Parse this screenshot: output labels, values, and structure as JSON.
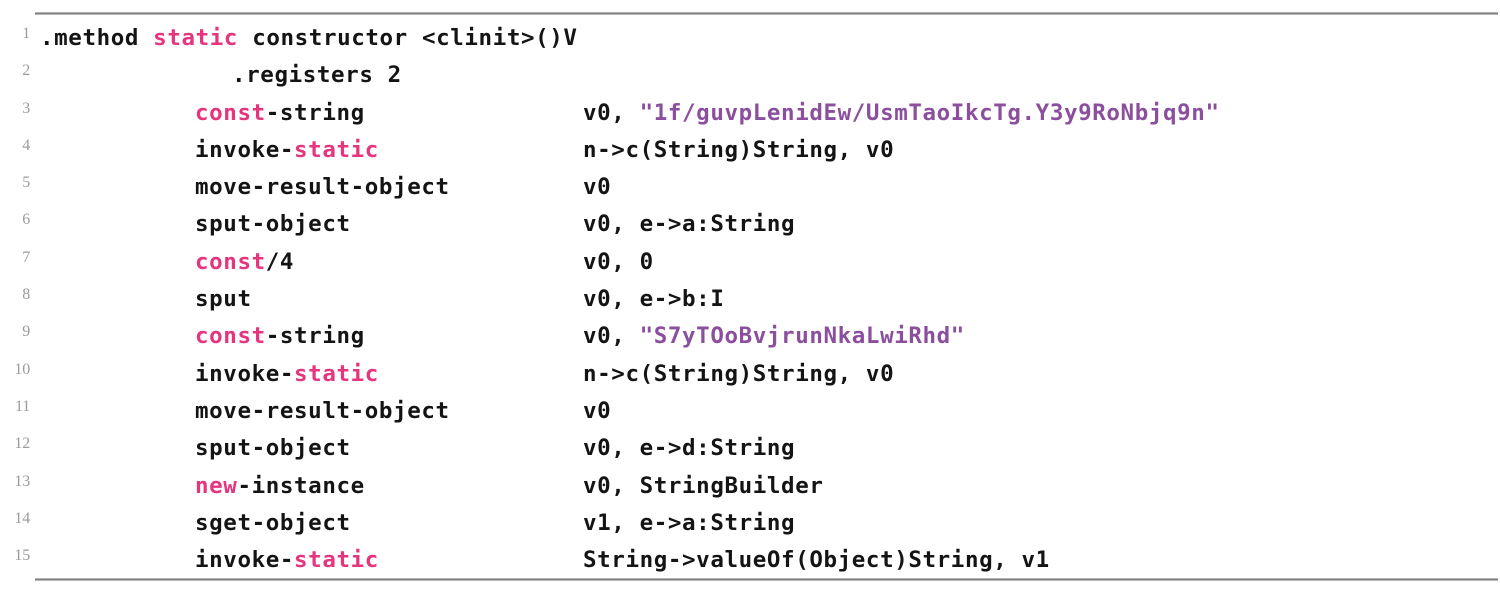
{
  "document": {
    "kind": "code-listing",
    "language": "smali",
    "line_count": 15,
    "colors": {
      "text": "#141414",
      "keyword": "#e5357e",
      "string": "#8b4f9e",
      "line_number": "#9b9b9b",
      "rule": "#6e6e6e",
      "background": "#ffffff"
    }
  },
  "lines": [
    {
      "number": "1",
      "indent": "indent-none",
      "mnemonic_parts": [
        {
          "text": ".method ",
          "cls": "txt"
        },
        {
          "text": "static",
          "cls": "kw"
        },
        {
          "text": " constructor <clinit>()V",
          "cls": "txt"
        }
      ],
      "operand_parts": []
    },
    {
      "number": "2",
      "indent": "indent-2",
      "mnemonic_parts": [
        {
          "text": ".registers 2",
          "cls": "txt"
        }
      ],
      "operand_parts": []
    },
    {
      "number": "3",
      "indent": "indent-1",
      "mnemonic_parts": [
        {
          "text": "const",
          "cls": "kw"
        },
        {
          "text": "-string",
          "cls": "txt"
        }
      ],
      "operand_parts": [
        {
          "text": "v0, ",
          "cls": "txt"
        },
        {
          "text": "\"1f/guvpLenidEw/UsmTaoIkcTg.Y3y9RoNbjq9n\"",
          "cls": "str"
        }
      ]
    },
    {
      "number": "4",
      "indent": "indent-1",
      "mnemonic_parts": [
        {
          "text": "invoke-",
          "cls": "txt"
        },
        {
          "text": "static",
          "cls": "kw"
        }
      ],
      "operand_parts": [
        {
          "text": "n->c(String)String, v0",
          "cls": "txt"
        }
      ]
    },
    {
      "number": "5",
      "indent": "indent-1",
      "mnemonic_parts": [
        {
          "text": "move-result-object",
          "cls": "txt"
        }
      ],
      "operand_parts": [
        {
          "text": "v0",
          "cls": "txt"
        }
      ]
    },
    {
      "number": "6",
      "indent": "indent-1",
      "mnemonic_parts": [
        {
          "text": "sput-object",
          "cls": "txt"
        }
      ],
      "operand_parts": [
        {
          "text": "v0, e->a:String",
          "cls": "txt"
        }
      ]
    },
    {
      "number": "7",
      "indent": "indent-1",
      "mnemonic_parts": [
        {
          "text": "const",
          "cls": "kw"
        },
        {
          "text": "/4",
          "cls": "txt"
        }
      ],
      "operand_parts": [
        {
          "text": "v0, 0",
          "cls": "txt"
        }
      ]
    },
    {
      "number": "8",
      "indent": "indent-1",
      "mnemonic_parts": [
        {
          "text": "sput",
          "cls": "txt"
        }
      ],
      "operand_parts": [
        {
          "text": "v0, e->b:I",
          "cls": "txt"
        }
      ]
    },
    {
      "number": "9",
      "indent": "indent-1",
      "mnemonic_parts": [
        {
          "text": "const",
          "cls": "kw"
        },
        {
          "text": "-string",
          "cls": "txt"
        }
      ],
      "operand_parts": [
        {
          "text": "v0, ",
          "cls": "txt"
        },
        {
          "text": "\"S7yTOoBvjrunNkaLwiRhd\"",
          "cls": "str"
        }
      ]
    },
    {
      "number": "10",
      "indent": "indent-1",
      "mnemonic_parts": [
        {
          "text": "invoke-",
          "cls": "txt"
        },
        {
          "text": "static",
          "cls": "kw"
        }
      ],
      "operand_parts": [
        {
          "text": "n->c(String)String, v0",
          "cls": "txt"
        }
      ]
    },
    {
      "number": "11",
      "indent": "indent-1",
      "mnemonic_parts": [
        {
          "text": "move-result-object",
          "cls": "txt"
        }
      ],
      "operand_parts": [
        {
          "text": "v0",
          "cls": "txt"
        }
      ]
    },
    {
      "number": "12",
      "indent": "indent-1",
      "mnemonic_parts": [
        {
          "text": "sput-object",
          "cls": "txt"
        }
      ],
      "operand_parts": [
        {
          "text": "v0, e->d:String",
          "cls": "txt"
        }
      ]
    },
    {
      "number": "13",
      "indent": "indent-1",
      "mnemonic_parts": [
        {
          "text": "new",
          "cls": "kw"
        },
        {
          "text": "-instance",
          "cls": "txt"
        }
      ],
      "operand_parts": [
        {
          "text": "v0, StringBuilder",
          "cls": "txt"
        }
      ]
    },
    {
      "number": "14",
      "indent": "indent-1",
      "mnemonic_parts": [
        {
          "text": "sget-object",
          "cls": "txt"
        }
      ],
      "operand_parts": [
        {
          "text": "v1, e->a:String",
          "cls": "txt"
        }
      ]
    },
    {
      "number": "15",
      "indent": "indent-1",
      "mnemonic_parts": [
        {
          "text": "invoke-",
          "cls": "txt"
        },
        {
          "text": "static",
          "cls": "kw"
        }
      ],
      "operand_parts": [
        {
          "text": "String->valueOf(Object)String, v1",
          "cls": "txt"
        }
      ]
    }
  ]
}
